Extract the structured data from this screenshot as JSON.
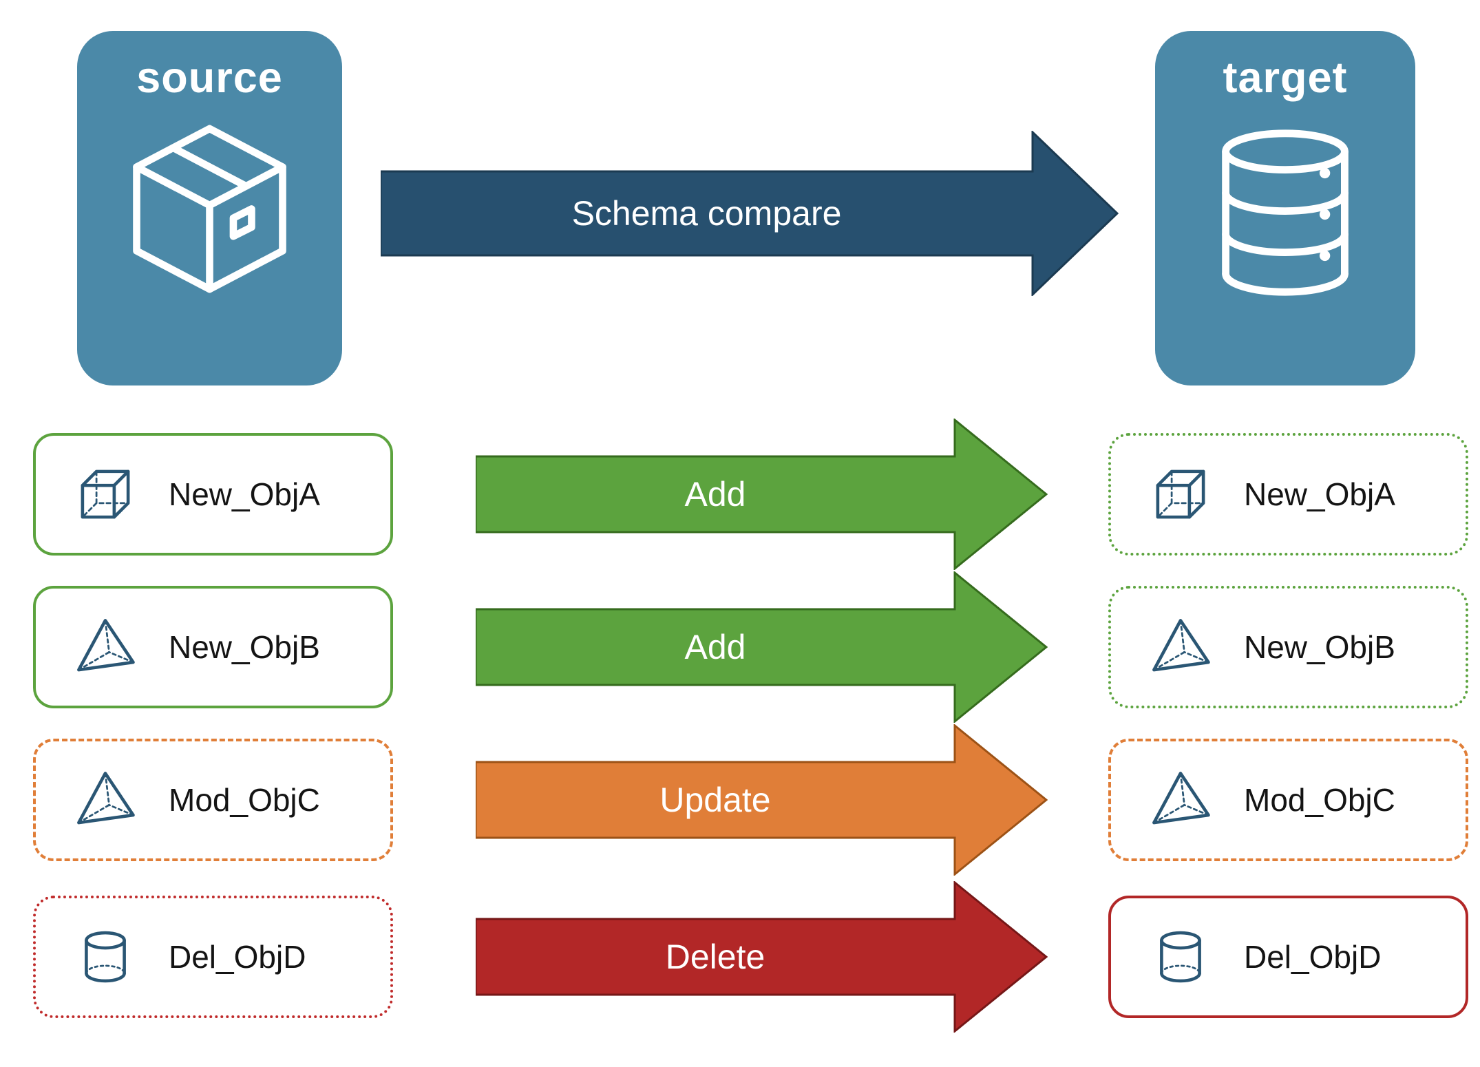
{
  "title": "Schema compare diagram",
  "colors": {
    "node_blue": "#4b89a8",
    "compare_navy": "#27506f",
    "add_green": "#5ca33e",
    "update_orange": "#e07e38",
    "delete_red": "#b22727",
    "icon_stroke": "#2a5674",
    "label_text": "#141414"
  },
  "source": {
    "label": "source",
    "icon": "package-icon"
  },
  "target": {
    "label": "target",
    "icon": "database-icon"
  },
  "compare": {
    "label": "Schema compare"
  },
  "rows": [
    {
      "source_label": "New_ObjA",
      "action": "Add",
      "target_label": "New_ObjA",
      "icon": "cube-icon",
      "source_border": "solid-green",
      "target_border": "dotted-green",
      "arrow_color": "green"
    },
    {
      "source_label": "New_ObjB",
      "action": "Add",
      "target_label": "New_ObjB",
      "icon": "pyramid-icon",
      "source_border": "solid-green",
      "target_border": "dotted-green",
      "arrow_color": "green"
    },
    {
      "source_label": "Mod_ObjC",
      "action": "Update",
      "target_label": "Mod_ObjC",
      "icon": "pyramid-icon",
      "source_border": "dashed-orange",
      "target_border": "dashed-orange",
      "arrow_color": "orange"
    },
    {
      "source_label": "Del_ObjD",
      "action": "Delete",
      "target_label": "Del_ObjD",
      "icon": "cylinder-icon",
      "source_border": "dotted-red",
      "target_border": "solid-red",
      "arrow_color": "red"
    }
  ]
}
